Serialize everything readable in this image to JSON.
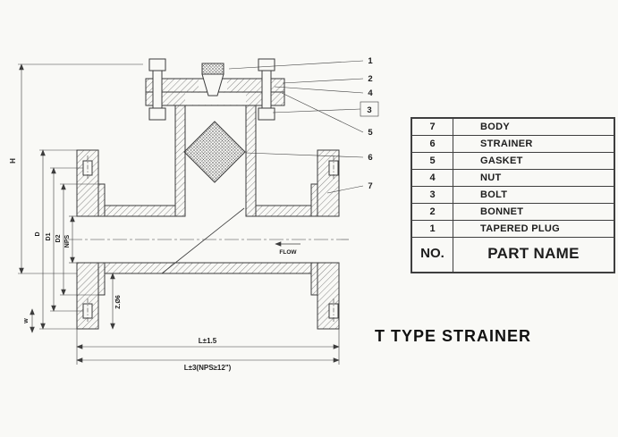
{
  "title": "T TYPE STRAINER",
  "parts_table": {
    "header": {
      "no": "NO.",
      "part_name": "PART NAME"
    },
    "rows": [
      {
        "no": "7",
        "name": "BODY"
      },
      {
        "no": "6",
        "name": "STRAINER"
      },
      {
        "no": "5",
        "name": "GASKET"
      },
      {
        "no": "4",
        "name": "NUT"
      },
      {
        "no": "3",
        "name": "BOLT"
      },
      {
        "no": "2",
        "name": "BONNET"
      },
      {
        "no": "1",
        "name": "TAPERED PLUG"
      }
    ]
  },
  "drawing": {
    "flow_label": "FLOW",
    "callouts": {
      "tapered_plug": "1",
      "bonnet": "2",
      "nut": "4",
      "bolt": "3",
      "gasket": "5",
      "strainer": "6",
      "body": "7"
    },
    "dimensions": {
      "overall_height": "H",
      "flange_od": "D",
      "bolt_circle": "D1",
      "raised_face": "D2",
      "nominal_size": "NPS",
      "bolt_holes": "Z.Ø6",
      "flange_thickness": "w",
      "face_to_face": "L±1.5",
      "face_to_face_large": "L±3(NPS≥12\")"
    }
  },
  "colors": {
    "line": "#3c3c3c",
    "background": "#f9f9f6"
  }
}
